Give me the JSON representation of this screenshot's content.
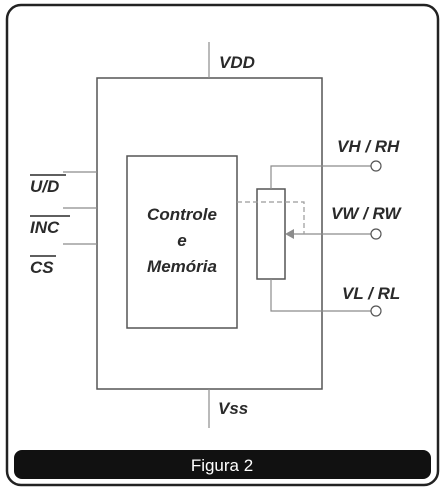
{
  "pins": {
    "vdd": "VDD",
    "vss": "Vss",
    "ud": "U/D",
    "inc": "INC",
    "cs": "CS",
    "vh": "VH / RH",
    "vw": "VW / RW",
    "vl": "VL / RL"
  },
  "block": {
    "line1": "Controle",
    "line2": "e",
    "line3": "Memória"
  },
  "caption": "Figura 2",
  "colors": {
    "ink": "#2a2a2a",
    "wire": "#8c8c8c",
    "caption_bg": "#111111",
    "caption_text": "#ffffff"
  }
}
